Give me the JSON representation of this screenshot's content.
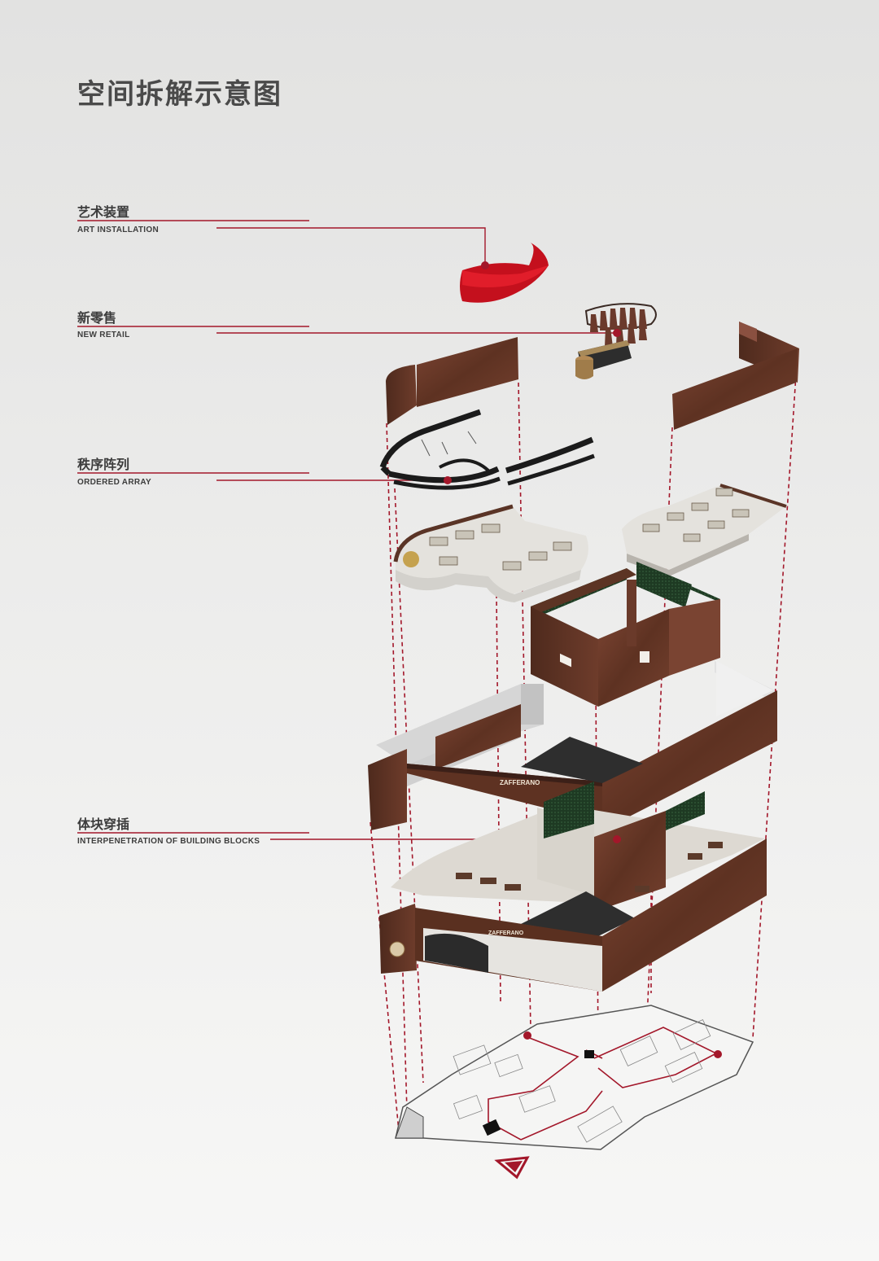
{
  "title": "空间拆解示意图",
  "labels": [
    {
      "cn": "艺术装置",
      "en": "ART INSTALLATION"
    },
    {
      "cn": "新零售",
      "en": "NEW RETAIL"
    },
    {
      "cn": "秩序阵列",
      "en": "ORDERED ARRAY"
    },
    {
      "cn": "体块穿插",
      "en": "INTERPENETRATION OF BUILDING BLOCKS"
    }
  ],
  "signage": {
    "brand": "ZAFFERANO",
    "brand_alt": "ZAFFERANO"
  },
  "colors": {
    "accent": "#a3172a",
    "wood": "#6a3a2a",
    "wood_light": "#8a5040",
    "green": "#1f3b25",
    "dark": "#2e2e2e",
    "wall": "#cfcfcf"
  }
}
